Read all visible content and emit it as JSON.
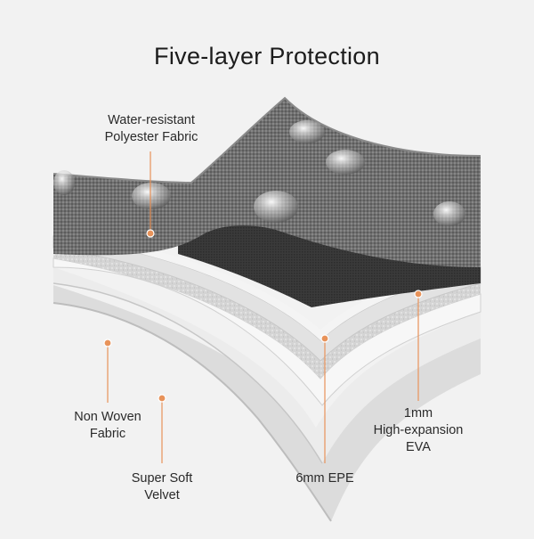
{
  "title": "Five-layer Protection",
  "layers": [
    {
      "line1": "Water-resistant",
      "line2": "Polyester Fabric"
    },
    {
      "line1": "1mm",
      "line2": "High-expansion",
      "line3": "EVA"
    },
    {
      "line1": "6mm EPE"
    },
    {
      "line1": "Non Woven",
      "line2": "Fabric"
    },
    {
      "line1": "Super Soft",
      "line2": "Velvet"
    }
  ],
  "colors": {
    "background": "#f2f2f2",
    "accent": "#e8935a",
    "fabric": "#6f6f6f",
    "fabric_dark": "#3c3c3c",
    "foam": "#e6e6e6",
    "velvet": "#d9d9d9"
  }
}
